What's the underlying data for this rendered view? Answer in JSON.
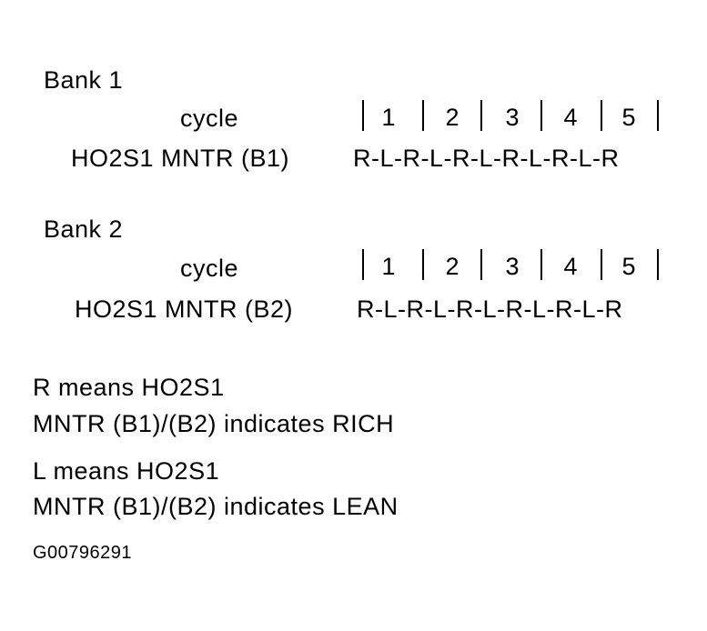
{
  "bank1": {
    "title": "Bank 1",
    "cycle_label": "cycle",
    "cycles": [
      "1",
      "2",
      "3",
      "4",
      "5"
    ],
    "signal_label": "HO2S1 MNTR (B1)",
    "sequence": "R-L-R-L-R-L-R-L-R-L-R"
  },
  "bank2": {
    "title": "Bank 2",
    "cycle_label": "cycle",
    "cycles": [
      "1",
      "2",
      "3",
      "4",
      "5"
    ],
    "signal_label": "HO2S1 MNTR (B2)",
    "sequence": "R-L-R-L-R-L-R-L-R-L-R"
  },
  "legend": {
    "r_line1": "R means HO2S1",
    "r_line2": "MNTR (B1)/(B2) indicates RICH",
    "l_line1": "L means HO2S1",
    "l_line2": "MNTR (B1)/(B2) indicates LEAN"
  },
  "figure_code": "G00796291"
}
